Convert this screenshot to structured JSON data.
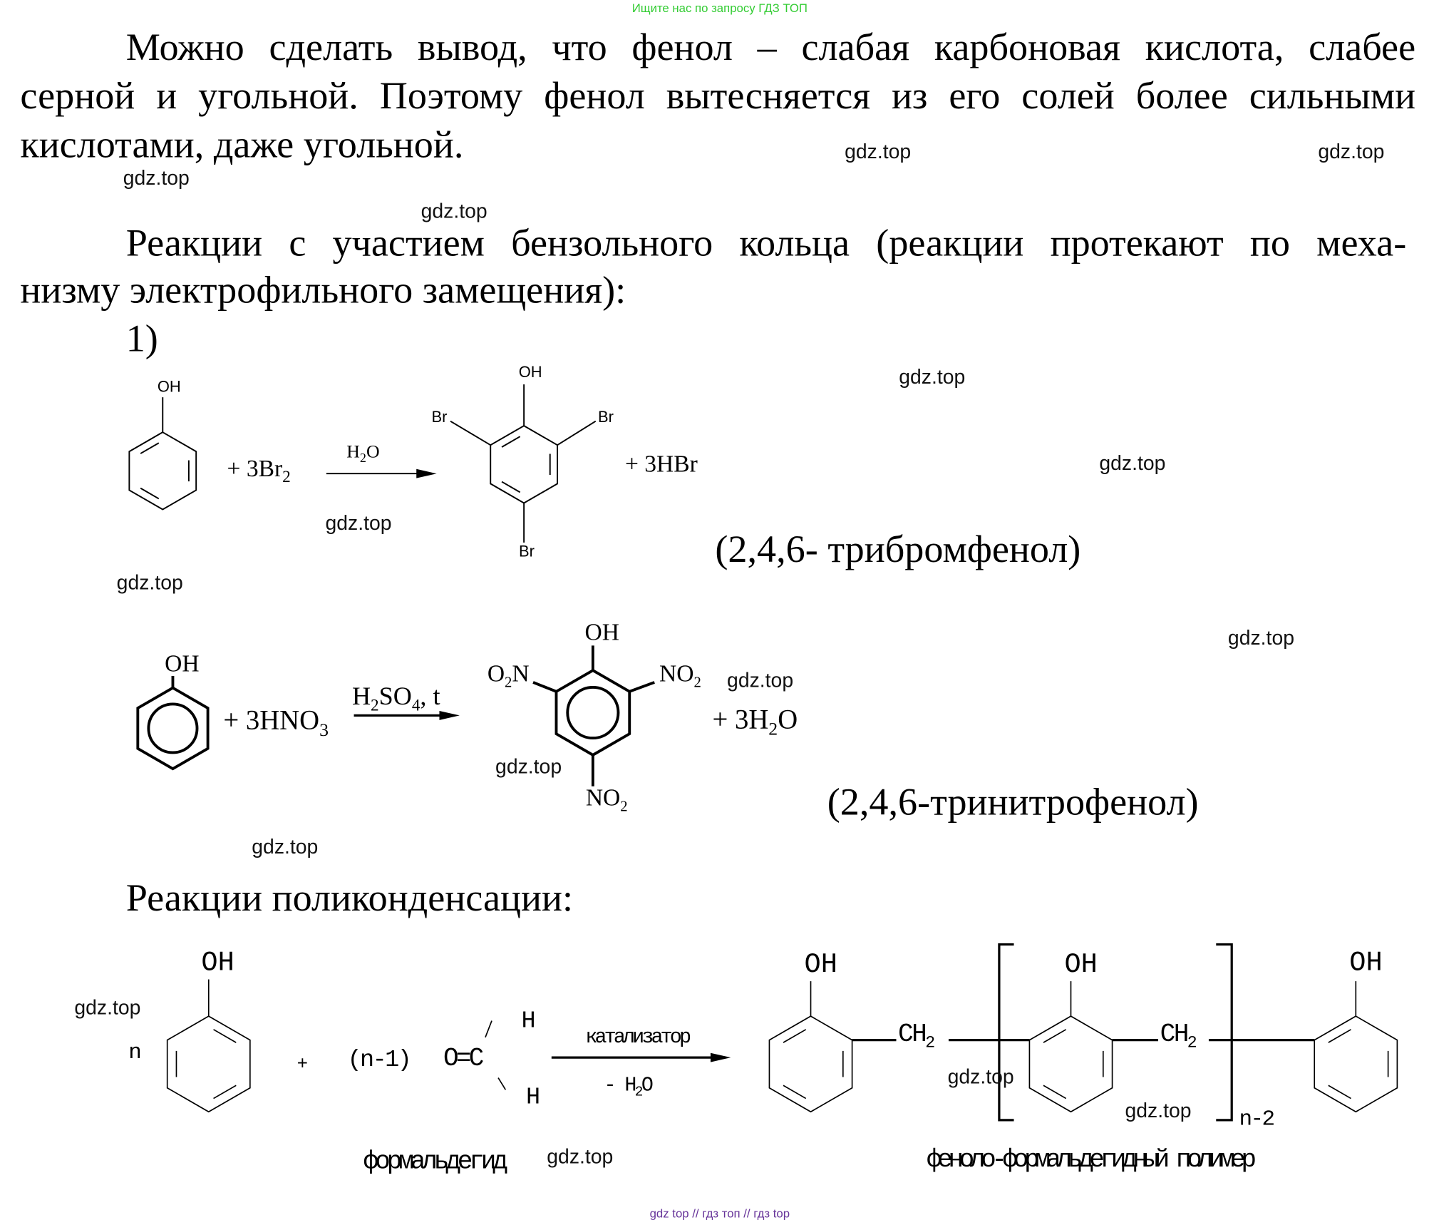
{
  "header": {
    "search_hint": "Ищите нас по запросу ГДЗ ТОП"
  },
  "paragraph1": [
    "Можно сделать вывод, что фенол – слабая карбоновая кислота, слабее",
    "серной и угольной. Поэтому фенол вытесняется из его солей более сильными",
    "кислотами, даже угольной."
  ],
  "paragraph2": [
    "Реакции с участием бензольного кольца (реакции протекают по меха-",
    "низму электрофильного замещения):"
  ],
  "item_number": "1)",
  "reaction1": {
    "oh": "OH",
    "reagent": "+ 3Br",
    "reagent_sub": "2",
    "condition": "H",
    "condition_sub": "2",
    "condition_end": "O",
    "br1": "Br",
    "br2": "Br",
    "br3": "Br",
    "product_oh": "OH",
    "byproduct": "+ 3HBr",
    "name": "(2,4,6- трибромфенол)"
  },
  "reaction2": {
    "oh": "OH",
    "reagent": "+ 3HNO",
    "reagent_sub": "3",
    "condition": "H",
    "condition_sub1": "2",
    "condition_mid": "SO",
    "condition_sub2": "4",
    "condition_end": ", t",
    "product_oh": "OH",
    "o2n": "O",
    "o2n_sub": "2",
    "o2n_end": "N",
    "no2_right": "NO",
    "no2_right_sub": "2",
    "no2_bottom": "NO",
    "no2_bottom_sub": "2",
    "byproduct": "+ 3H",
    "byproduct_sub": "2",
    "byproduct_end": "O",
    "name": "(2,4,6-тринитрофенол)"
  },
  "section_title": "Реакции поликонденсации:",
  "reaction3": {
    "oh": "OH",
    "n": "n",
    "plus": "+",
    "n_minus_1": "(n-1)",
    "oc": "O=C",
    "h_top": "H",
    "h_bottom": "H",
    "catalyst": "катализатор",
    "minus_water": "- H",
    "minus_water_sub": "2",
    "minus_water_end": "O",
    "oh1": "OH",
    "oh2": "OH",
    "oh3": "OH",
    "ch2_a": "CH",
    "ch2_a_sub": "2",
    "ch2_b": "CH",
    "ch2_b_sub": "2",
    "repeat": "n-2",
    "formaldehyde": "формальдегид",
    "polymer": "феноло-формальдегидный полимер"
  },
  "watermarks": [
    "gdz.top",
    "gdz.top",
    "gdz.top",
    "gdz.top",
    "gdz.top",
    "gdz.top",
    "gdz.top",
    "gdz.top",
    "gdz.top",
    "gdz.top",
    "gdz.top",
    "gdz.top",
    "gdz.top",
    "gdz.top",
    "gdz.top",
    "gdz.top"
  ],
  "footer": {
    "links": "gdz top // гдз топ // гдз top"
  },
  "colors": {
    "hint": "#33cc33",
    "footer": "#663399"
  }
}
